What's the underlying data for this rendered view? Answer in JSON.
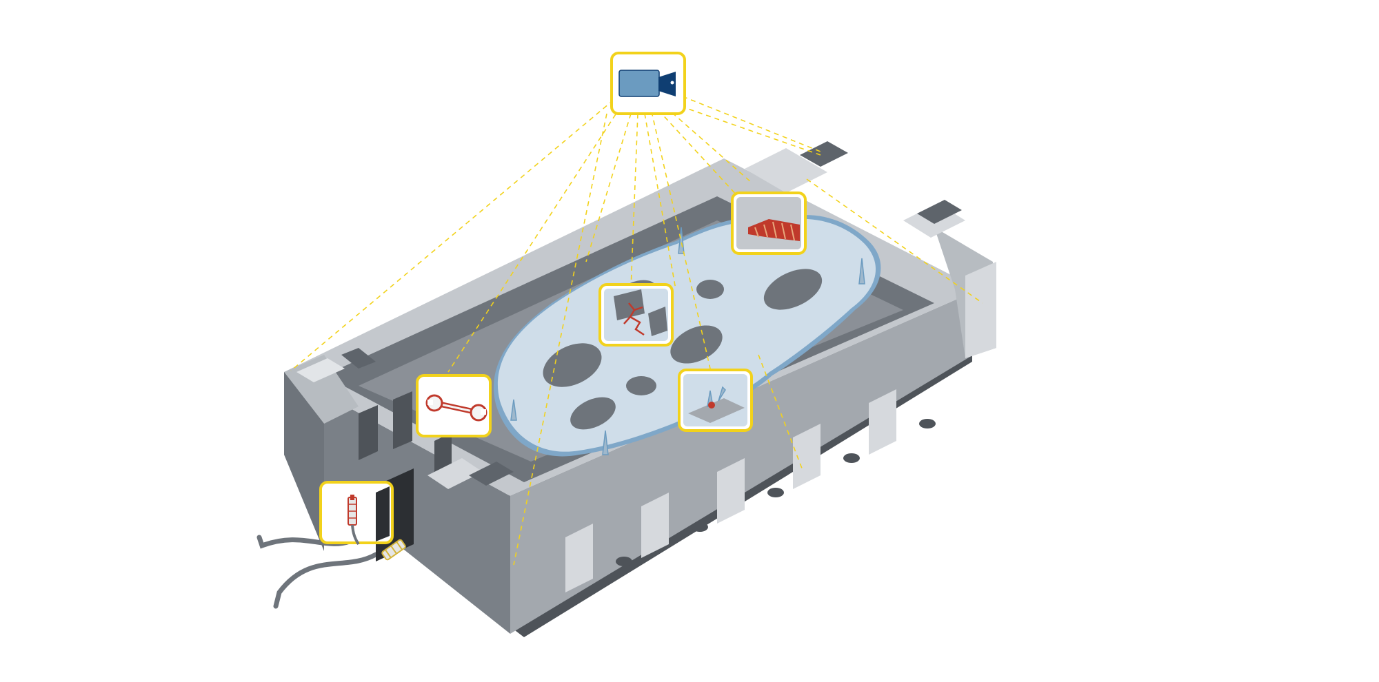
{
  "colors": {
    "highlight": "#f2d21b",
    "die_light": "#d6d9dd",
    "die_mid": "#a3a8ae",
    "die_dark": "#6e747b",
    "die_shadow": "#4e5359",
    "casting": "#cfdde9",
    "casting_edge": "#7fa7c8",
    "camera_body": "#6b9bc0",
    "camera_lens": "#0f3e72",
    "defect_red": "#c0392b"
  },
  "callouts": [
    {
      "id": "camera",
      "icon": "video-camera-icon"
    },
    {
      "id": "tool",
      "icon": "wrench-icon"
    },
    {
      "id": "crack",
      "icon": "crack-icon"
    },
    {
      "id": "pins",
      "icon": "ejector-pin-icon"
    },
    {
      "id": "heat",
      "icon": "hatched-area-icon"
    },
    {
      "id": "sensor",
      "icon": "sensor-icon"
    }
  ]
}
